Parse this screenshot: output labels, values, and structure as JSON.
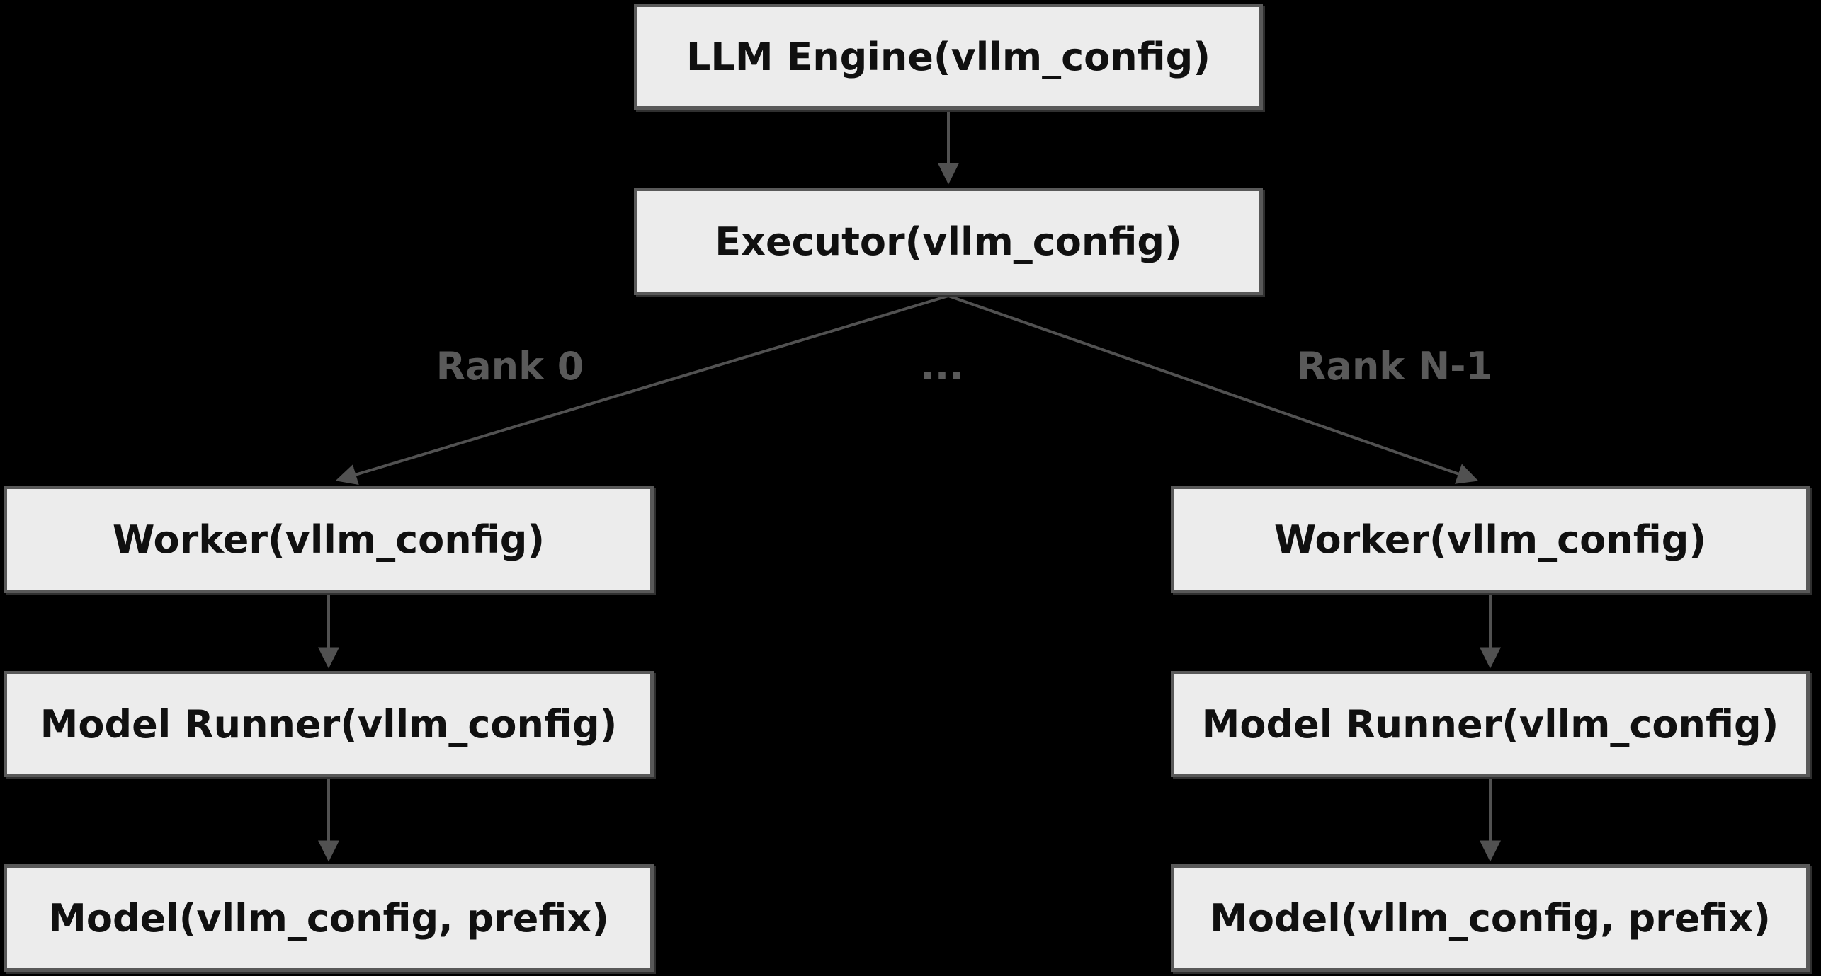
{
  "colors": {
    "background": "#000000",
    "box_fill": "#ececec",
    "box_border": "#595959",
    "box_text": "#101010",
    "edge": "#515151",
    "edge_label": "#5a5a5a",
    "shadow": "#303030"
  },
  "nodes": {
    "llm_engine": "LLM Engine(vllm_config)",
    "executor": "Executor(vllm_config)",
    "worker_left": "Worker(vllm_config)",
    "model_runner_left": "Model Runner(vllm_config)",
    "model_left": "Model(vllm_config, prefix)",
    "worker_right": "Worker(vllm_config)",
    "model_runner_right": "Model Runner(vllm_config)",
    "model_right": "Model(vllm_config, prefix)"
  },
  "edge_labels": {
    "rank0": "Rank 0",
    "dots": "...",
    "rank_n_minus_1": "Rank N-1"
  }
}
